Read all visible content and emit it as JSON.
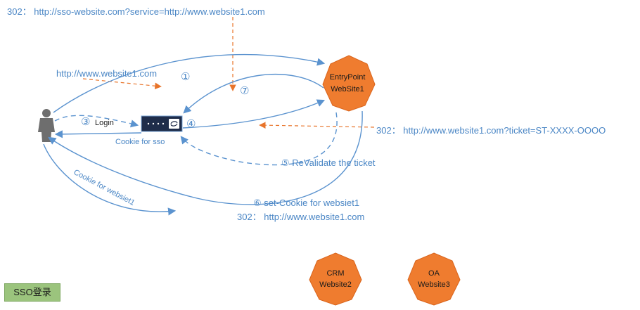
{
  "nodes": {
    "entrypoint": {
      "line1": "EntryPoint",
      "line2": "WebSite1"
    },
    "crm": {
      "line1": "CRM",
      "line2": "Website2"
    },
    "oa": {
      "line1": "OA",
      "line2": "Website3"
    },
    "login_box": {
      "label": "Login"
    }
  },
  "labels": {
    "redirect_top": "302：  http://sso-website.com?service=http://www.website1.com",
    "request_url": "http://www.website1.com",
    "step1": "①",
    "step2": "⑦",
    "step3": "③",
    "step4": "④",
    "cookie_sso": "Cookie for sso",
    "ticket_redirect": "302：   http://www.website1.com?ticket=ST-XXXX-OOOO",
    "revalidate": "⑤ ReValidate the ticket",
    "set_cookie": "⑥ set-Cookie for websiet1",
    "redirect_bottom": "302：   http://www.website1.com",
    "cookie_website1": "Cookie for websiet1"
  },
  "footer": {
    "badge": "SSO登录"
  },
  "colors": {
    "orange": "#ef7c2f",
    "orange_stroke": "#d9641c",
    "arrow_blue": "#5b93cf",
    "text_blue": "#4a86c5",
    "badge_green": "#9bc47d",
    "login_box": "#1f2d4a"
  },
  "icons": [
    "user-icon",
    "login-box-icon"
  ]
}
